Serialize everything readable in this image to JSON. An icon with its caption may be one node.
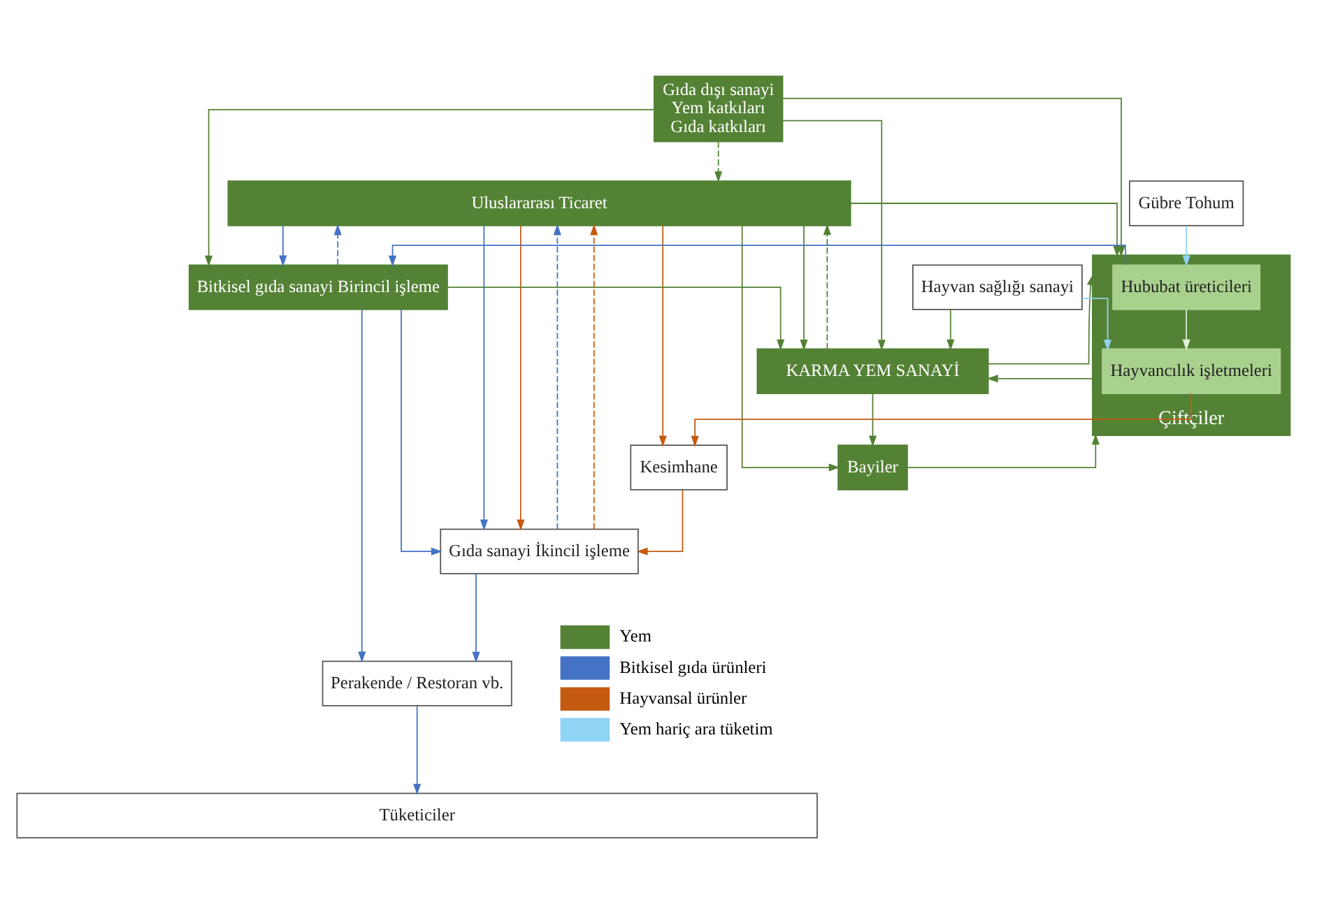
{
  "diagram": {
    "nodes": [
      {
        "text": [
          "Uluslararası Ticaret"
        ]
      },
      {
        "text": [
          "KARMA YEM SANAYİ"
        ]
      },
      {
        "text": [
          "Bayiler"
        ]
      },
      {
        "text": [
          "Gıda dışı sanayi",
          "Yem katkıları",
          "Gıda katkıları"
        ]
      },
      {
        "text": [
          "Çiftçiler"
        ]
      },
      {
        "text": [
          "Gübre Tohum"
        ]
      },
      {
        "text": [
          "Hububat üreticileri"
        ],
        "in": 4
      },
      {
        "text": [
          "Hayvancılık işletmeleri"
        ],
        "in": 4
      },
      {
        "text": [
          "Hayvan sağlığı sanayi"
        ]
      },
      {
        "text": [
          "Bitkisel gıda sanayi Birincil işleme"
        ]
      },
      {
        "text": [
          "Kesimhane"
        ]
      },
      {
        "text": [
          "Gıda sanayi İkincil işleme"
        ]
      },
      {
        "text": [
          "Perakende / Restoran vb."
        ]
      },
      {
        "text": [
          "Tüketiciler"
        ]
      }
    ],
    "edges": [
      {
        "from": 1,
        "to": 0,
        "arrow": "to",
        "style": "dashed"
      },
      {
        "from": 0,
        "to": 1,
        "arrow": "to"
      },
      {
        "from": 0,
        "to": 2,
        "arrow": "to"
      },
      {
        "from": 0,
        "to": 4,
        "arrow": "to"
      },
      {
        "from": 3,
        "to": 0,
        "arrow": "to",
        "style": "dashed"
      },
      {
        "from": 8,
        "to": 1,
        "arrow": "to"
      },
      {
        "from": 3,
        "to": 1,
        "arrow": "to"
      },
      {
        "from": 1,
        "to": 2,
        "arrow": "to"
      },
      {
        "from": 2,
        "to": 4,
        "arrow": "to"
      },
      {
        "from": 3,
        "to": 4,
        "arrow": "to"
      },
      {
        "from": 1,
        "to": 4,
        "arrow": "to"
      },
      {
        "from": 4,
        "to": 1,
        "arrow": "to"
      },
      {
        "from": 9,
        "to": 1,
        "arrow": "to"
      },
      {
        "from": 5,
        "to": 6,
        "arrow": "to",
        "color": "#8fd3f5"
      },
      {
        "from": 6,
        "to": 7,
        "arrow": "to",
        "color": "#e2efd9"
      },
      {
        "from": 8,
        "to": 7,
        "arrow": "to",
        "color": "#8fd3f5"
      },
      {
        "from": 6,
        "to": 9,
        "arrow": "to",
        "color": "#4472c4"
      },
      {
        "from": 3,
        "to": 9,
        "arrow": "to"
      },
      {
        "from": 7,
        "to": 10,
        "arrow": "to",
        "color": "#c55a11"
      },
      {
        "from": 0,
        "to": 9,
        "arrow": "to",
        "color": "#4472c4"
      },
      {
        "from": 0,
        "to": 11,
        "arrow": "to",
        "color": "#4472c4"
      },
      {
        "from": 9,
        "to": 0,
        "arrow": "to",
        "style": "dashed",
        "color": "#4472c4"
      },
      {
        "from": 11,
        "to": 0,
        "arrow": "to",
        "style": "dashed",
        "color": "#4472c4"
      },
      {
        "from": 9,
        "to": 11,
        "arrow": "to",
        "color": "#4472c4"
      },
      {
        "from": 9,
        "to": 12,
        "arrow": "to",
        "color": "#4472c4"
      },
      {
        "from": 10,
        "to": 11,
        "arrow": "to",
        "color": "#c55a11"
      },
      {
        "from": 0,
        "to": 10,
        "arrow": "to",
        "color": "#c55a11"
      },
      {
        "from": 0,
        "to": 11,
        "arrow": "to",
        "color": "#c55a11"
      },
      {
        "from": 11,
        "to": 0,
        "arrow": "to",
        "style": "dashed",
        "color": "#c55a11"
      },
      {
        "from": 11,
        "to": 12,
        "arrow": "to",
        "color": "#4472c4"
      },
      {
        "from": 12,
        "to": 13,
        "arrow": "to",
        "color": "#4472c4"
      }
    ],
    "legend": [
      {
        "text": "Yem",
        "color": "#548235"
      },
      {
        "text": "Bitkisel gıda ürünleri",
        "color": "#4472c4"
      },
      {
        "text": "Hayvansal ürünler",
        "color": "#c55a11"
      },
      {
        "text": "Yem hariç ara tüketim",
        "color": "#8fd3f5"
      }
    ]
  }
}
